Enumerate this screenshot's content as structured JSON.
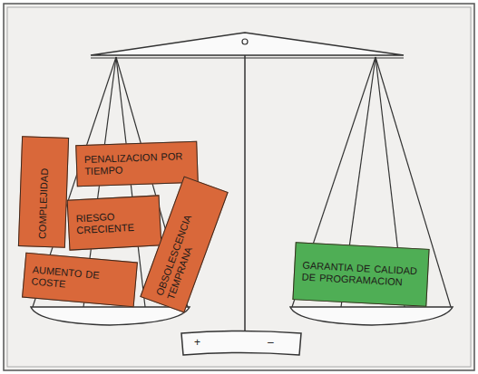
{
  "diagram": {
    "nodes": [
      {
        "text": [
          "COMPLEJIDAD"
        ]
      },
      {
        "text": [
          "PENALIZACION POR TIEMPO"
        ]
      },
      {
        "text": [
          "RIESGO CRECIENTE"
        ]
      },
      {
        "text": [
          "AUMENTO DE COSTE"
        ]
      },
      {
        "text": [
          "OBSOLESCENCIA TEMPRANA"
        ]
      },
      {
        "text": [
          "GARANTIA DE CALIDAD DE PROGRAMACION"
        ]
      }
    ],
    "labels": [
      "+",
      "–"
    ]
  }
}
